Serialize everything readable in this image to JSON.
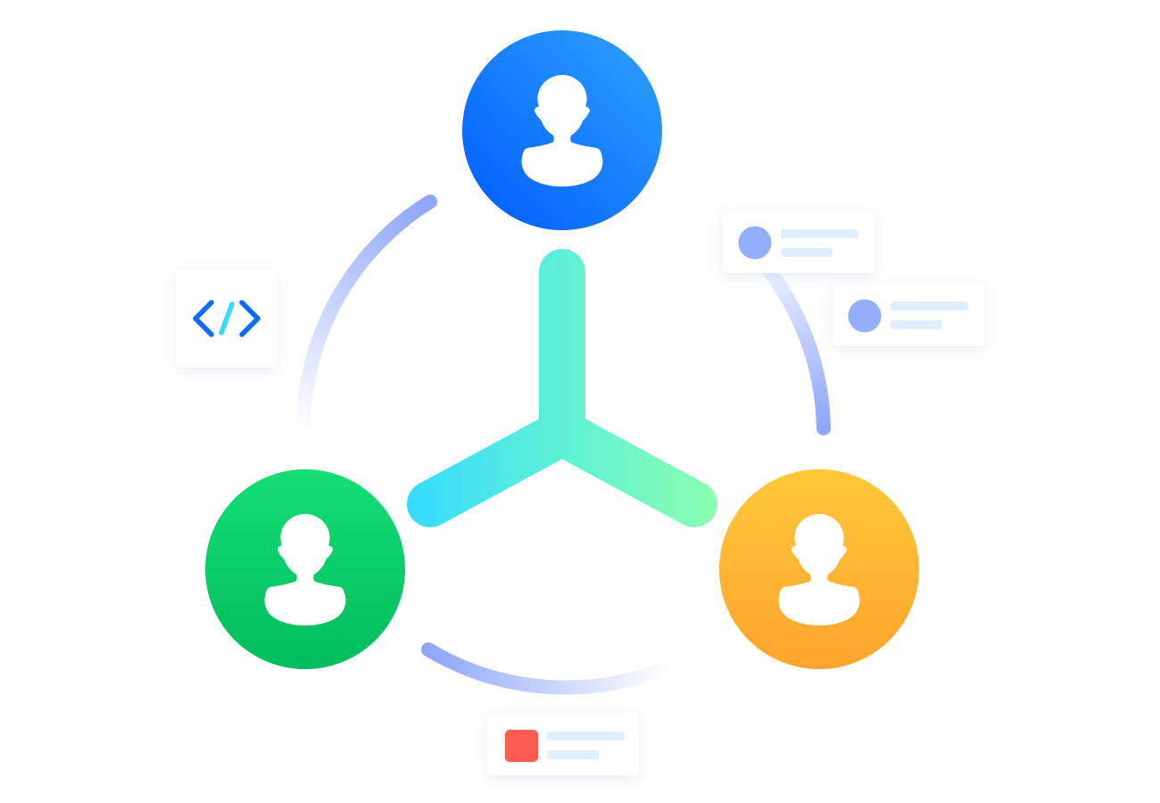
{
  "colors": {
    "background": "#ffffff",
    "user_blue": [
      "#2b9cfd",
      "#005dfd"
    ],
    "user_green": [
      "#13dc73",
      "#00be5d"
    ],
    "user_orange": [
      "#ffc738",
      "#fea62e"
    ],
    "hub": [
      "#38ddfc",
      "#5ef0d6",
      "#87fcb3"
    ],
    "arc": "#8ea8fb",
    "placeholder_line": "#e0efff",
    "placeholder_dot": "#93aefc",
    "placeholder_square": "#fb5e50",
    "code_blue": "#0a6dfa",
    "code_cyan": "#35dafc"
  },
  "nodes": [
    {
      "name": "user-node-top",
      "icon": "user-icon",
      "color": "blue"
    },
    {
      "name": "user-node-left",
      "icon": "user-icon",
      "color": "green"
    },
    {
      "name": "user-node-right",
      "icon": "user-icon",
      "color": "orange"
    }
  ],
  "cards": [
    {
      "name": "code-card",
      "icon": "code-icon"
    },
    {
      "name": "info-card-1",
      "icon": "dot-icon"
    },
    {
      "name": "info-card-2",
      "icon": "dot-icon"
    },
    {
      "name": "info-card-3",
      "icon": "square-icon"
    }
  ]
}
